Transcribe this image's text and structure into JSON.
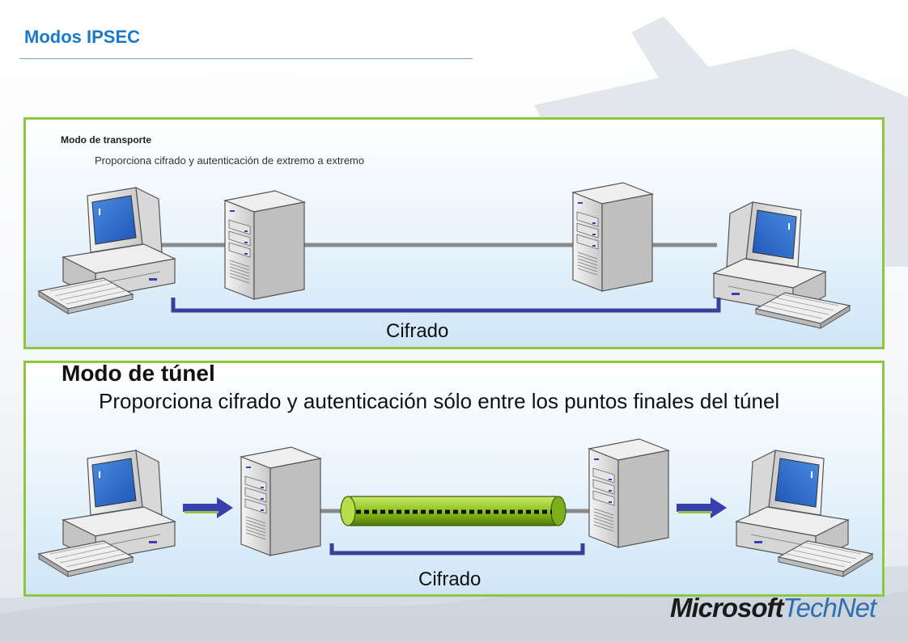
{
  "title": "Modos IPSEC",
  "transport": {
    "heading": "Modo de transporte",
    "description": "Proporciona cifrado y autenticación de extremo a extremo",
    "encrypted_label": "Cifrado"
  },
  "tunnel": {
    "heading": "Modo de túnel",
    "description": "Proporciona cifrado y autenticación sólo entre los puntos finales del túnel",
    "encrypted_label": "Cifrado"
  },
  "logo": {
    "brand": "Microsoft",
    "product": "TechNet"
  },
  "colors": {
    "title": "#1a7ac8",
    "panel_border": "#8dc63f",
    "bracket": "#3a3f9a",
    "tunnel_tube": "#9acd32",
    "arrow": "#3a3fae",
    "screen": "#2f6fd0"
  }
}
